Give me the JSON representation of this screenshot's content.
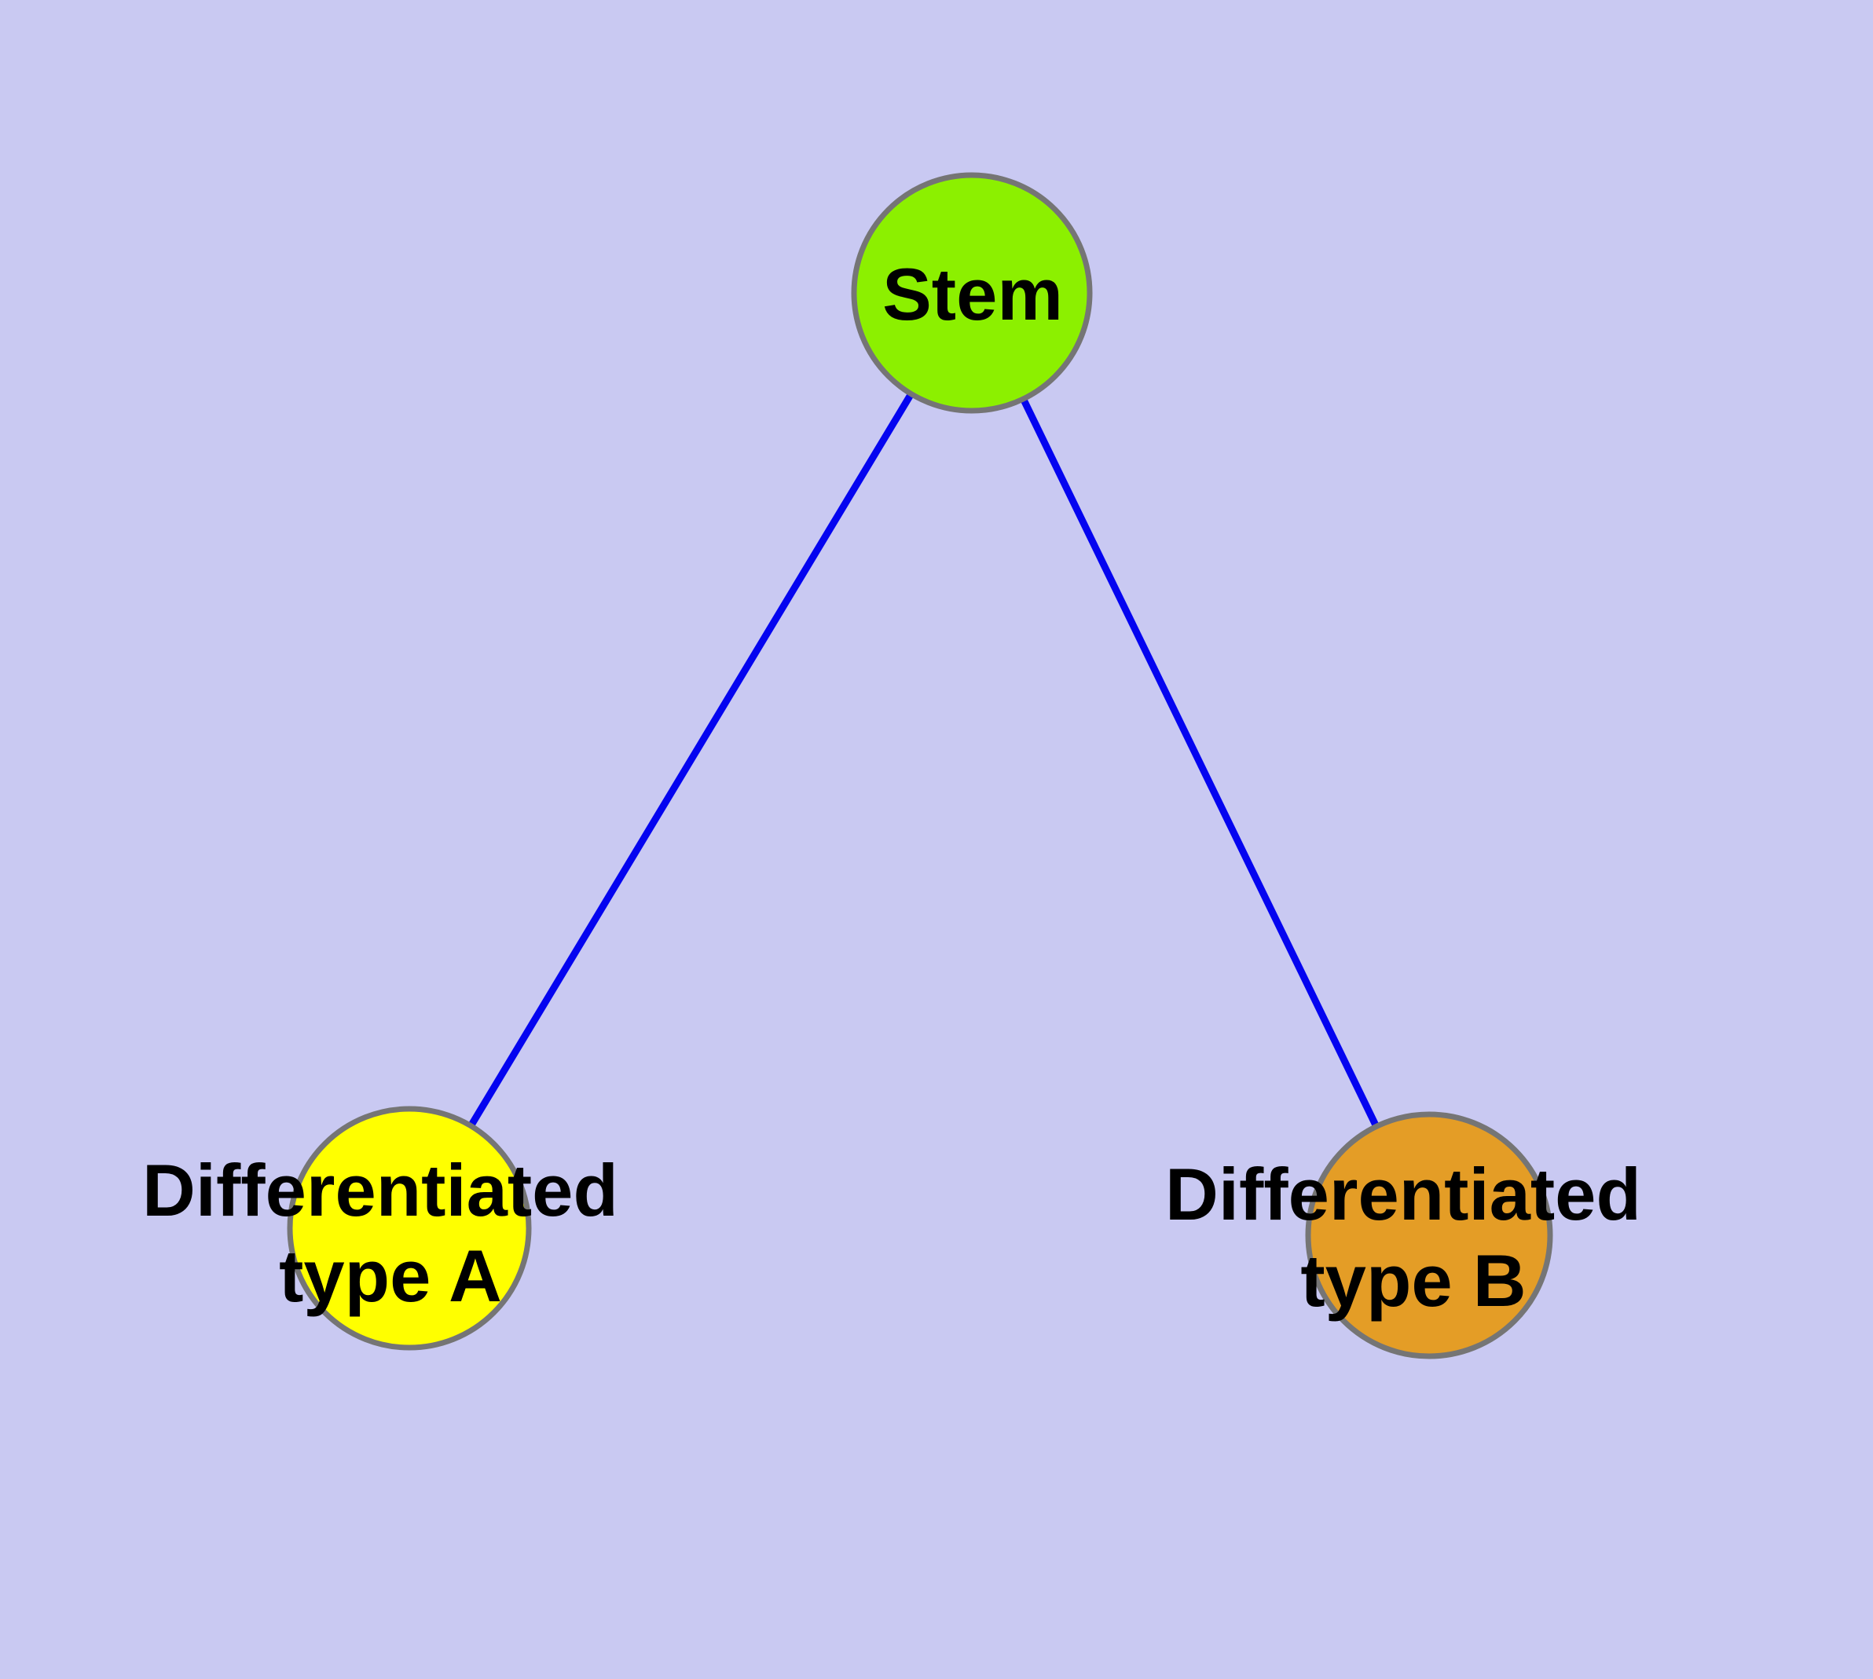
{
  "diagram": {
    "type": "graph",
    "background_color": "#c9c9f2",
    "edge_color": "#0404f0",
    "node_border_color": "#757575",
    "text_color": "#000000",
    "nodes": [
      {
        "id": "stem",
        "label": "Stem",
        "fill": "#8cf000"
      },
      {
        "id": "diff-a",
        "label": "Differentiated type A",
        "label_line1": "Differentiated",
        "label_line2": "type A",
        "fill": "#ffff00"
      },
      {
        "id": "diff-b",
        "label": "Differentiated type B",
        "label_line1": "Differentiated",
        "label_line2": "type B",
        "fill": "#e49d26"
      }
    ],
    "edges": [
      {
        "from": "Stem",
        "to": "Differentiated type A"
      },
      {
        "from": "Stem",
        "to": "Differentiated type B"
      }
    ]
  }
}
